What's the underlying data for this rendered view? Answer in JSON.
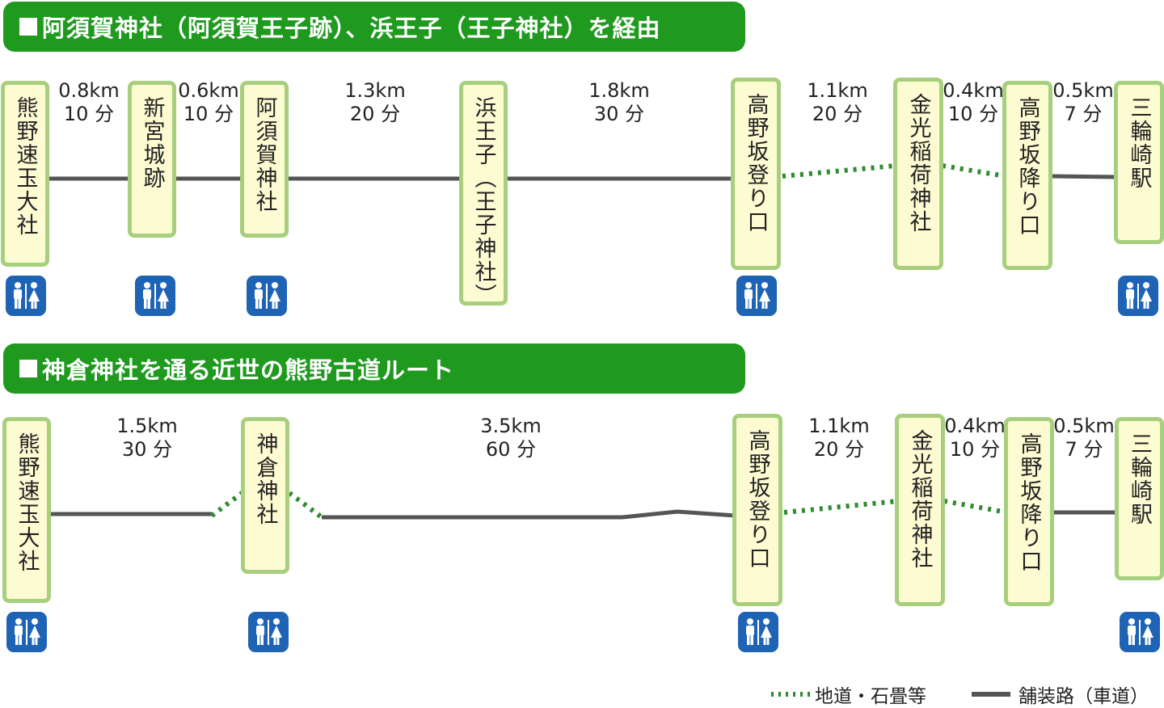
{
  "colors": {
    "banner": "#1f9a1f",
    "stop_fill": "#fdfbd2",
    "stop_border": "#a7cf7e",
    "paved": "#555555",
    "trail": "#2e8b2e",
    "restroom": "#1e63b4"
  },
  "route1": {
    "title": "阿須賀神社（阿須賀王子跡）、浜王子（王子神社）を経由",
    "stops": [
      "熊野速玉大社",
      "新宮城跡",
      "阿須賀神社",
      "浜王子（王子神社）",
      "高野坂登り口",
      "金光稲荷神社",
      "高野坂降り口",
      "三輪崎駅"
    ],
    "segments": [
      {
        "dist": "0.8km",
        "time": "10 分"
      },
      {
        "dist": "0.6km",
        "time": "10 分"
      },
      {
        "dist": "1.3km",
        "time": "20 分"
      },
      {
        "dist": "1.8km",
        "time": "30 分"
      },
      {
        "dist": "1.1km",
        "time": "20 分"
      },
      {
        "dist": "0.4km",
        "time": "10 分"
      },
      {
        "dist": "0.5km",
        "time": "7 分"
      }
    ],
    "restroom_icon": "restroom-icon"
  },
  "route2": {
    "title": "神倉神社を通る近世の熊野古道ルート",
    "stops": [
      "熊野速玉大社",
      "神倉神社",
      "高野坂登り口",
      "金光稲荷神社",
      "高野坂降り口",
      "三輪崎駅"
    ],
    "segments": [
      {
        "dist": "1.5km",
        "time": "30 分"
      },
      {
        "dist": "3.5km",
        "time": "60 分"
      },
      {
        "dist": "1.1km",
        "time": "20 分"
      },
      {
        "dist": "0.4km",
        "time": "10 分"
      },
      {
        "dist": "0.5km",
        "time": "7 分"
      }
    ],
    "restroom_icon": "restroom-icon"
  },
  "legend": {
    "trail": "地道・石畳等",
    "paved": "舗装路（車道）"
  }
}
